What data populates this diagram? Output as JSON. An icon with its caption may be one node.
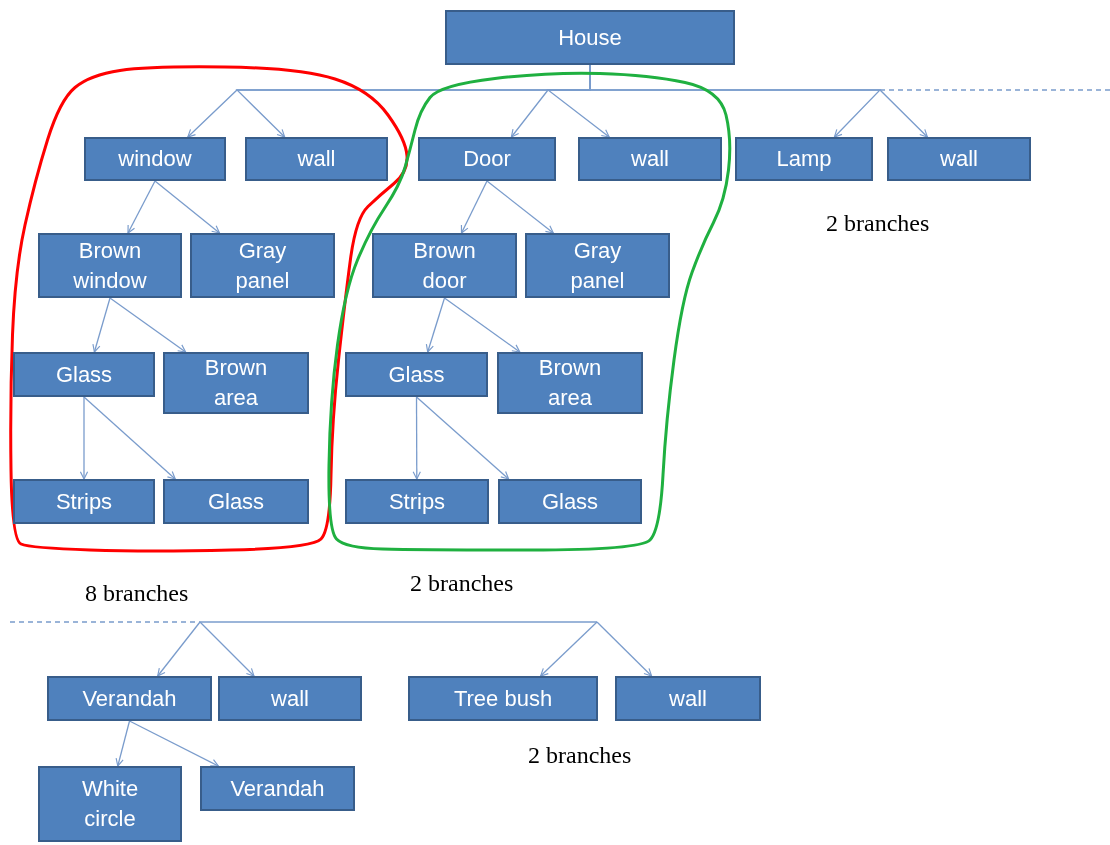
{
  "diagram": {
    "nodes": [
      {
        "text": [
          "House"
        ]
      },
      {
        "text": [],
        "shape": "loop",
        "beside": [
          "8 branches"
        ]
      },
      {
        "text": [
          "window"
        ],
        "in": 1
      },
      {
        "text": [
          "wall"
        ],
        "in": 1
      },
      {
        "text": [],
        "shape": "loop",
        "beside": [
          "2 branches"
        ]
      },
      {
        "text": [
          "Door"
        ],
        "in": 4
      },
      {
        "text": [
          "wall"
        ],
        "in": 4
      },
      {
        "text": [
          "Lamp"
        ]
      },
      {
        "text": [
          "wall"
        ]
      },
      {
        "text": [
          "Brown window"
        ],
        "in": 1
      },
      {
        "text": [
          "Gray panel"
        ],
        "in": 1
      },
      {
        "text": [
          "Brown door"
        ],
        "in": 4
      },
      {
        "text": [
          "Gray panel"
        ],
        "in": 4
      },
      {
        "text": [
          "Glass"
        ],
        "in": 1
      },
      {
        "text": [
          "Brown area"
        ],
        "in": 1
      },
      {
        "text": [
          "Glass"
        ],
        "in": 4
      },
      {
        "text": [
          "Brown area"
        ],
        "in": 4
      },
      {
        "text": [
          "Strips"
        ],
        "in": 1
      },
      {
        "text": [
          "Glass"
        ],
        "in": 1
      },
      {
        "text": [
          "Strips"
        ],
        "in": 4
      },
      {
        "text": [
          "Glass"
        ],
        "in": 4
      },
      {
        "text": [
          "Verandah"
        ]
      },
      {
        "text": [
          "wall"
        ]
      },
      {
        "text": [
          "Tree bush"
        ]
      },
      {
        "text": [
          "wall"
        ]
      },
      {
        "text": [
          "White circle"
        ]
      },
      {
        "text": [
          "Verandah"
        ]
      }
    ],
    "edges": [
      {
        "from": 0,
        "to": 2,
        "arrow": "to"
      },
      {
        "from": 0,
        "to": 3,
        "arrow": "to"
      },
      {
        "from": 0,
        "to": 5,
        "arrow": "to"
      },
      {
        "from": 0,
        "to": 6,
        "arrow": "to"
      },
      {
        "from": 0,
        "to": 7,
        "arrow": "to"
      },
      {
        "from": 0,
        "to": 8,
        "arrow": "to"
      },
      {
        "from": 2,
        "to": 9,
        "arrow": "to"
      },
      {
        "from": 2,
        "to": 10,
        "arrow": "to"
      },
      {
        "from": 5,
        "to": 11,
        "arrow": "to"
      },
      {
        "from": 5,
        "to": 12,
        "arrow": "to"
      },
      {
        "from": 9,
        "to": 13,
        "arrow": "to"
      },
      {
        "from": 9,
        "to": 14,
        "arrow": "to"
      },
      {
        "from": 11,
        "to": 15,
        "arrow": "to"
      },
      {
        "from": 11,
        "to": 16,
        "arrow": "to"
      },
      {
        "from": 13,
        "to": 17,
        "arrow": "to"
      },
      {
        "from": 13,
        "to": 18,
        "arrow": "to"
      },
      {
        "from": 15,
        "to": 19,
        "arrow": "to"
      },
      {
        "from": 15,
        "to": 20,
        "arrow": "to"
      },
      {
        "from": null,
        "to": 21,
        "arrow": "to"
      },
      {
        "from": null,
        "to": 22,
        "arrow": "to"
      },
      {
        "from": null,
        "to": 23,
        "arrow": "to"
      },
      {
        "from": null,
        "to": 24,
        "arrow": "to"
      },
      {
        "from": 21,
        "to": 25,
        "arrow": "to"
      },
      {
        "from": 21,
        "to": 26,
        "arrow": "to"
      }
    ],
    "labels": [
      "2 branches",
      "2 branches"
    ]
  }
}
